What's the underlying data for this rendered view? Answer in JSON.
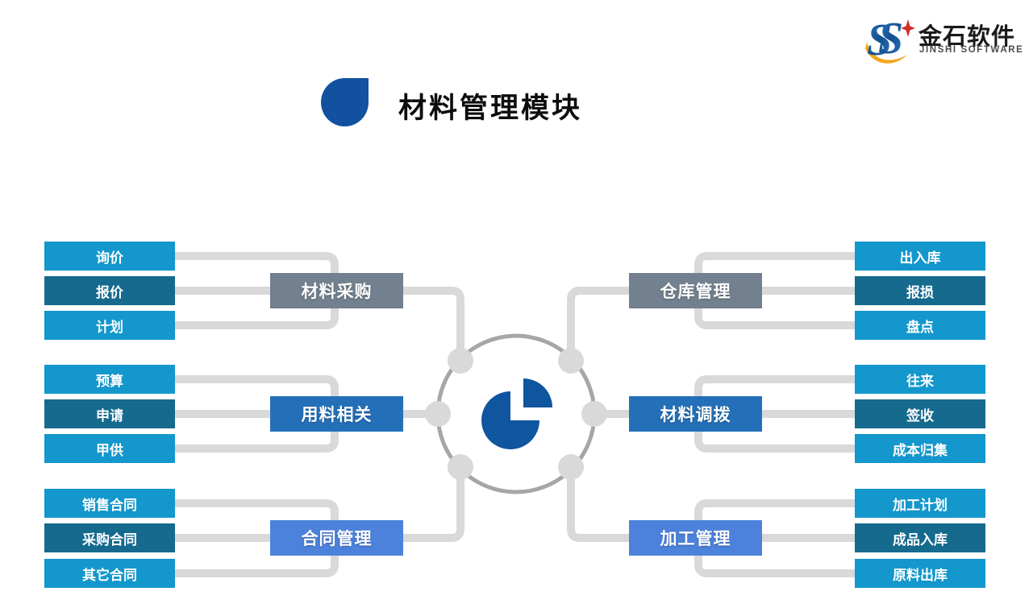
{
  "logo": {
    "brand_cn": "金石软件",
    "brand_en": "JINSHI SOFTWARE"
  },
  "header": {
    "title": "材料管理模块"
  },
  "colors": {
    "item_cyan": "#1397CC",
    "item_teal": "#156A8E",
    "group_gray": "#72808F",
    "group_blue": "#2470B8",
    "group_light_blue": "#4C82DB",
    "connector_gray": "#D9D9D9",
    "hub_ring_gray": "#A6A6A6",
    "pie_blue": "#10559F",
    "title_drop_blue": "#11519F",
    "logo_swoosh_orange": "#F2A71B",
    "logo_star_red": "#D42B2B"
  },
  "diagram": {
    "center_icon": "pie-chart",
    "left_groups": [
      {
        "label": "材料采购",
        "items": [
          "询价",
          "报价",
          "计划"
        ]
      },
      {
        "label": "用料相关",
        "items": [
          "预算",
          "申请",
          "甲供"
        ]
      },
      {
        "label": "合同管理",
        "items": [
          "销售合同",
          "采购合同",
          "其它合同"
        ]
      }
    ],
    "right_groups": [
      {
        "label": "仓库管理",
        "items": [
          "出入库",
          "报损",
          "盘点"
        ]
      },
      {
        "label": "材料调拨",
        "items": [
          "往来",
          "签收",
          "成本归集"
        ]
      },
      {
        "label": "加工管理",
        "items": [
          "加工计划",
          "成品入库",
          "原料出库"
        ]
      }
    ]
  }
}
